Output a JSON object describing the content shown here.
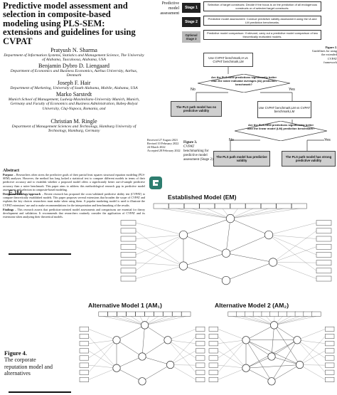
{
  "paper": {
    "title": "Predictive model assessment and selection in composite-based modeling using PLS-SEM: extensions and guidelines for using CVPAT",
    "authors": [
      {
        "name": "Pratyush N. Sharma",
        "affiliation": "Department of Information Systems, Statistics and Management Science, The University of Alabama, Tuscaloosa, Alabama, USA"
      },
      {
        "name": "Benjamin Dybro D. Liengaard",
        "affiliation": "Department of Economics and Business Economics, Aarhus University, Aarhus, Denmark"
      },
      {
        "name": "Joseph F. Hair",
        "affiliation": "Department of Marketing, University of South Alabama, Mobile, Alabama, USA"
      },
      {
        "name": "Marko Sarstedt",
        "affiliation": "Munich School of Management, Ludwig-Maximilians-University Munich, Munich, Germany and Faculty of Economics and Business Administration, Babeş-Bolyai University, Cluj-Napoca, Romania, and"
      },
      {
        "name": "Christian M. Ringle",
        "affiliation": "Department of Management Sciences and Technology, Hamburg University of Technology, Hamburg, Germany"
      }
    ],
    "received": [
      "Received 27 August 2021",
      "Revised 10 February 2022",
      "24 March 2022",
      "Accepted 28 February 2022"
    ],
    "running_head": [
      "Predictive",
      "model",
      "assessment"
    ],
    "abstract_heading": "Abstract",
    "abstract": [
      {
        "label": "Purpose",
        "text": " – Researchers often stress the predictive goals of their partial least squares structural equation modeling (PLS-SEM) analyses. However, the method has long lacked a statistical test to compare different models in terms of their predictive accuracy and to establish whether a proposed model offers a significantly better out-of-sample predictive accuracy than a naïve benchmark. This paper aims to address this methodological research gap in predictive model assessment and selection in composite-based modeling."
      },
      {
        "label": "Design/methodology/approach",
        "text": " – Recent research has proposed the cross-validated predictive ability test (CVPAT) to compare theoretically established models. This paper proposes several extensions that broaden the scope of CVPAT and explains the key choices researchers must make when using them. A popular marketing model is used to illustrate the CVPAT extensions' use and to make recommendations for the interpretation and benchmarking of the results."
      },
      {
        "label": "Findings",
        "text": " – This research asserts that prediction-oriented model assessments and comparisons are essential for theory development and validation. It recommends that researchers routinely consider the application of CVPAT and its extensions when analyzing their theoretical models."
      }
    ],
    "journal": "EJM"
  },
  "flowchart": {
    "stages": [
      {
        "label": "Stage 1",
        "text": "Selection of target constructs: Decide if the focus is on the prediction of all endogenous constructs or of selected target constructs."
      },
      {
        "label": "Stage 2",
        "text": "Predictive model assessment: Conduct predictive validity assessment using the IA and LM prediction benchmarks."
      },
      {
        "label": "Optional Stage 3",
        "text": "Predictive model comparison: If relevant, carry out a predictive model comparison of two theoretically motivated models."
      }
    ],
    "formula1": "Use CVPAT benchmark,IA vs CVPAT benchmark,LM",
    "decision1": "Are the PLS-SEM predictions significantly better than the naïve indicator averages (IA) prediction benchmark?",
    "no1": "No",
    "yes1": "Yes",
    "result_none": "The PLS path model has no predictive validity",
    "formula2": "Use CVPAT benchmark,LM vs CVPAT benchmark,LM",
    "decision2": "Are the PLS-SEM predictions significantly better than the linear model (LM) prediction benchmark?",
    "no2": "No",
    "yes2": "Yes",
    "result_predictive": "The PLS path model has predictive validity",
    "result_strong": "The PLS path model has strong predictive validity"
  },
  "figure2_caption": [
    "Figure 2.",
    "Guidelines for using",
    "the extended CVPAT",
    "framework"
  ],
  "figure3_caption": {
    "label": "Figure 3.",
    "text": [
      "CVPAT",
      "benchmarking for",
      "predictive model",
      "assessment (Stage 2)"
    ]
  },
  "figure4": {
    "label": "Figure 4.",
    "caption": [
      "The corporate",
      "reputation model and",
      "alternatives"
    ],
    "established_title": "Established Model (EM)",
    "alt1_title": "Alternative Model 1 (AM₁)",
    "alt2_title": "Alternative Model 2 (AM₂)"
  }
}
